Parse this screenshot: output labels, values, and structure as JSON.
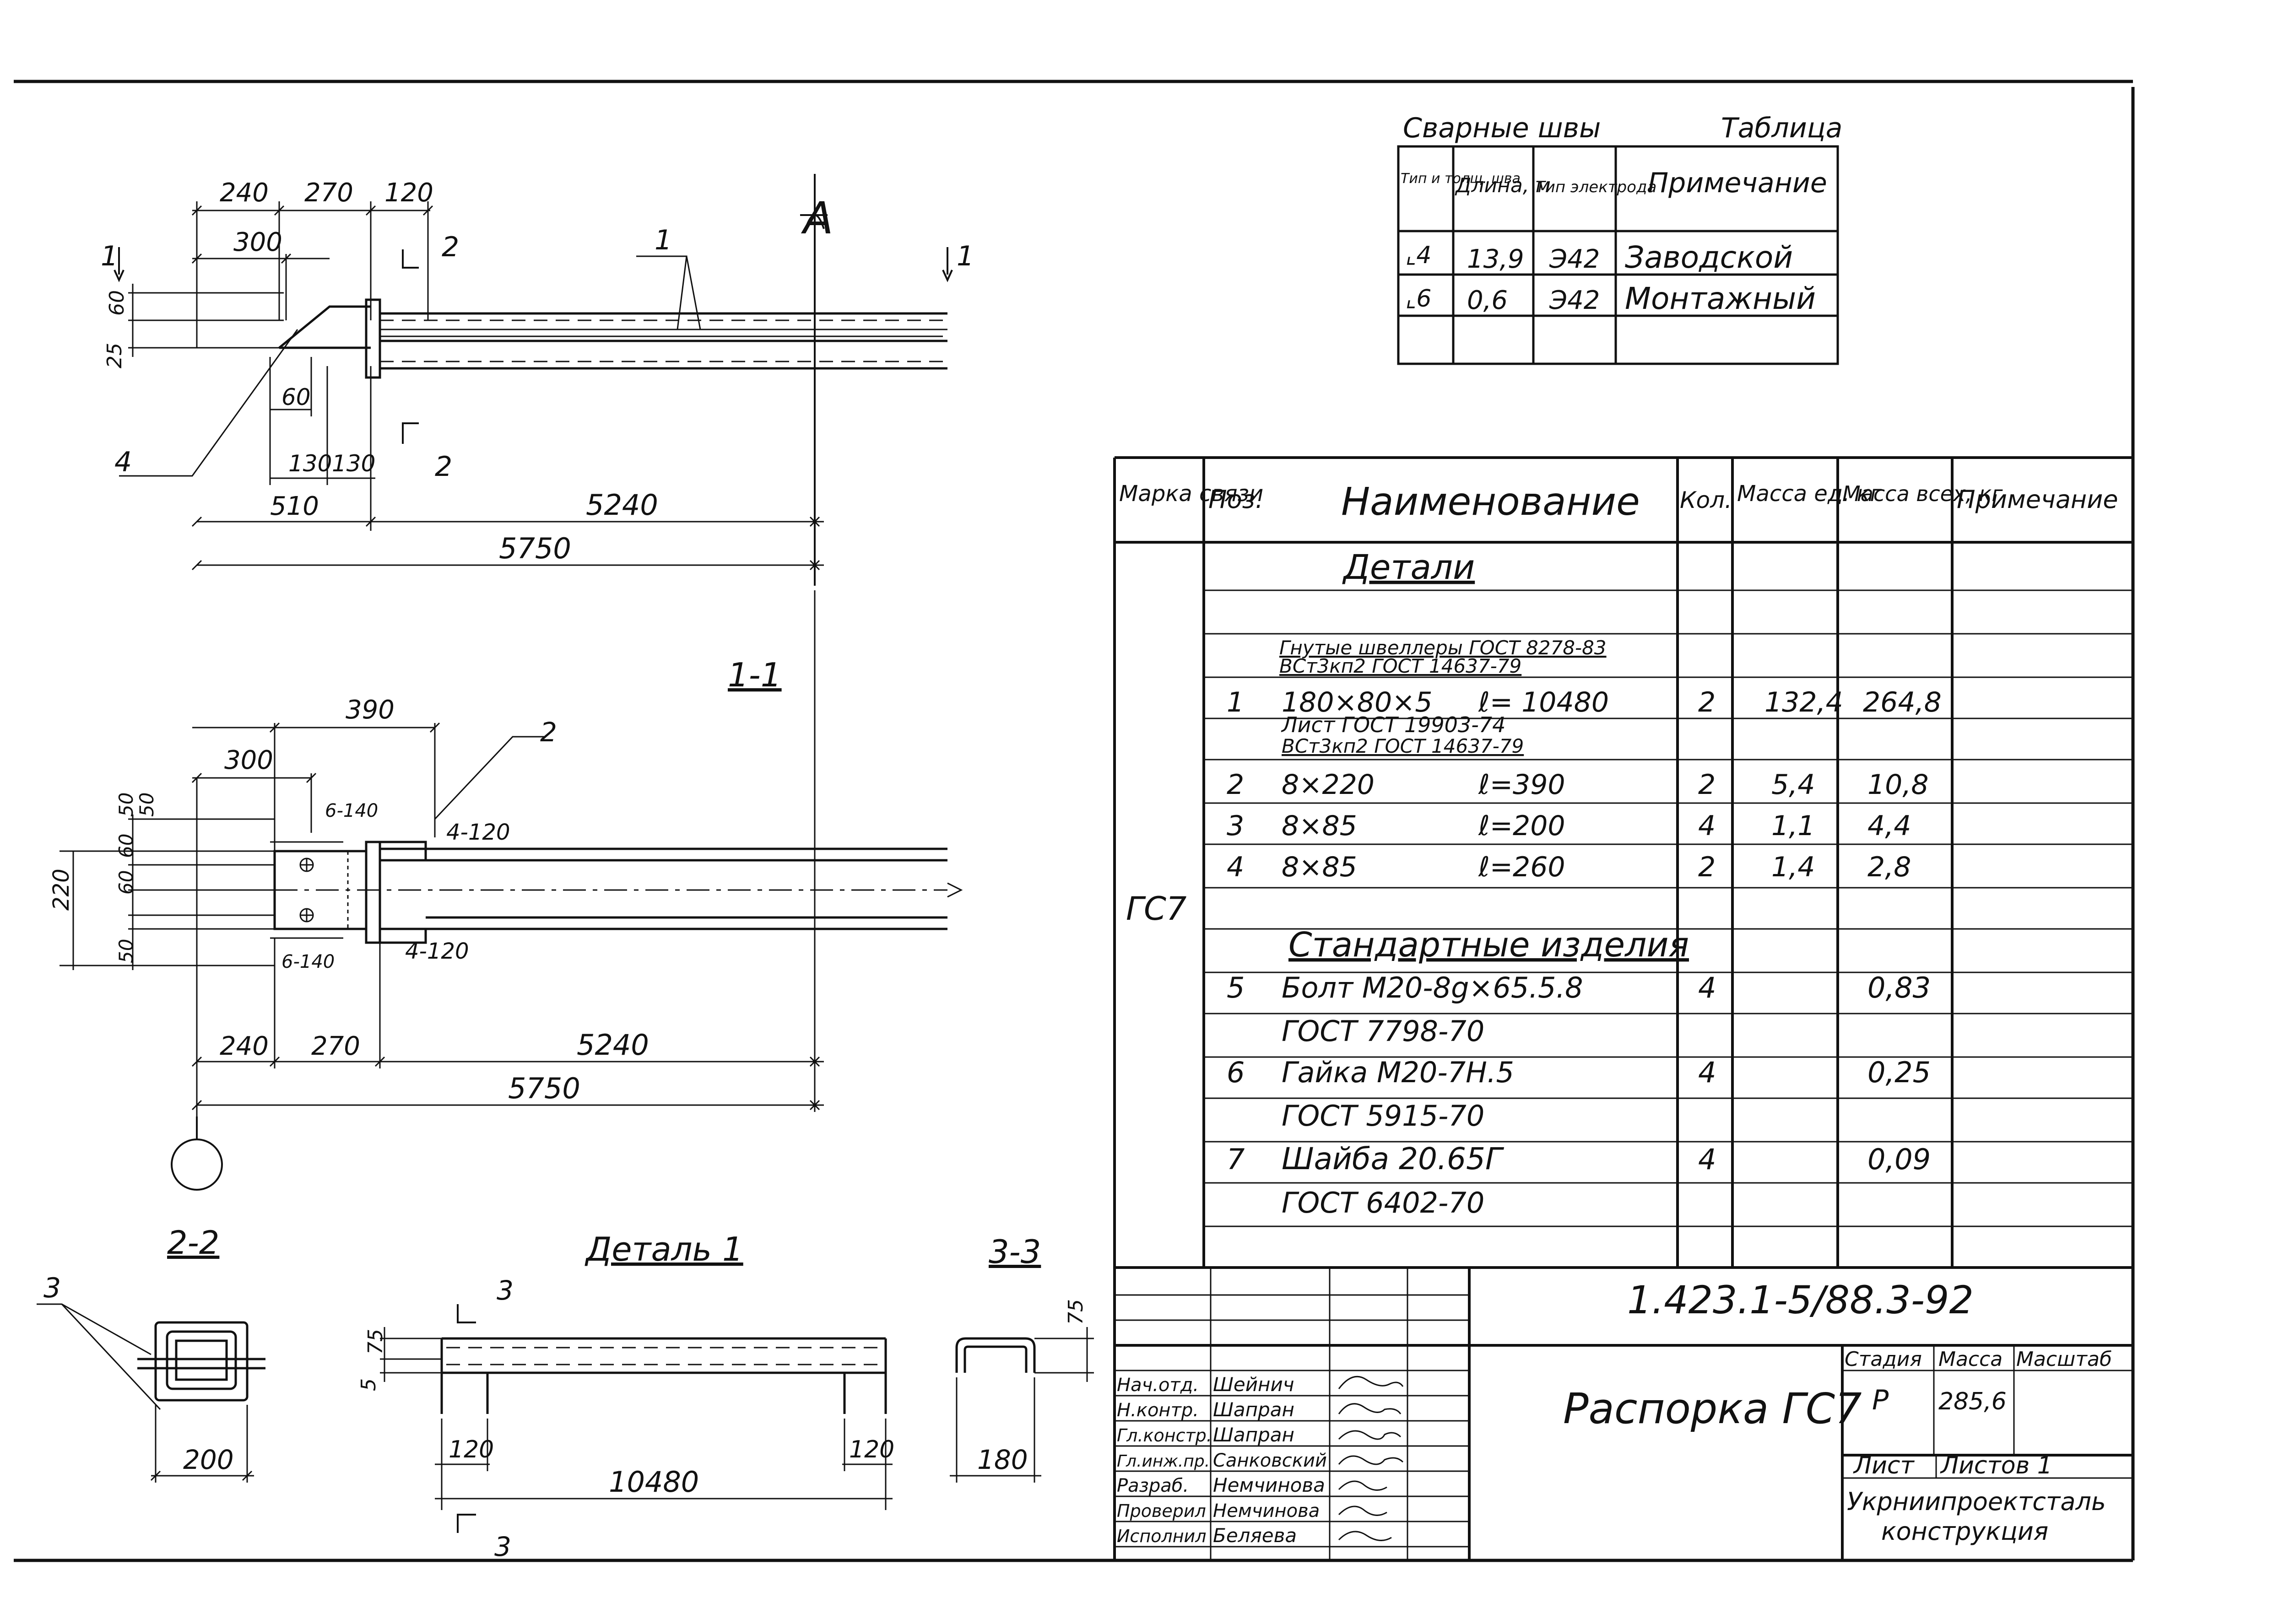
{
  "weld": {
    "title": "Сварные швы",
    "label": "Таблица",
    "headers": [
      "Тип и толщ. шва",
      "Длина, м",
      "Тип электрода",
      "Примечание"
    ],
    "rows": [
      {
        "type": "⌞4",
        "length": "13,9",
        "electrode": "Э42",
        "note": "Заводской"
      },
      {
        "type": "⌞6",
        "length": "0,6",
        "electrode": "Э42",
        "note": "Монтажный"
      }
    ]
  },
  "spec": {
    "headers": [
      "Марка связи",
      "Поз.",
      "Наименование",
      "Кол.",
      "Масса ед. кг",
      "Масса всех, кг",
      "Примечание"
    ],
    "mark": "ГС7",
    "section_details": "Детали",
    "section_standard": "Стандартные изделия",
    "rows": [
      {
        "pos": "",
        "name": "Гнутые швеллеры ГОСТ 8278-83",
        "len": "",
        "qty": "",
        "unit": "",
        "total": ""
      },
      {
        "pos": "",
        "name": "ВСт3кп2   ГОСТ 14637-79",
        "len": "",
        "qty": "",
        "unit": "",
        "total": ""
      },
      {
        "pos": "1",
        "name": "180×80×5",
        "len": "ℓ= 10480",
        "qty": "2",
        "unit": "132,4",
        "total": "264,8"
      },
      {
        "pos": "",
        "name": "Лист    ГОСТ 19903-74",
        "len": "",
        "qty": "",
        "unit": "",
        "total": ""
      },
      {
        "pos": "",
        "name": "ВСт3кп2   ГОСТ 14637-79",
        "len": "",
        "qty": "",
        "unit": "",
        "total": ""
      },
      {
        "pos": "2",
        "name": "8×220",
        "len": "ℓ=390",
        "qty": "2",
        "unit": "5,4",
        "total": "10,8"
      },
      {
        "pos": "3",
        "name": "8×85",
        "len": "ℓ=200",
        "qty": "4",
        "unit": "1,1",
        "total": "4,4"
      },
      {
        "pos": "4",
        "name": "8×85",
        "len": "ℓ=260",
        "qty": "2",
        "unit": "1,4",
        "total": "2,8"
      },
      {
        "pos": "5",
        "name": "Болт М20-8g×65.5.8",
        "len": "",
        "qty": "4",
        "unit": "",
        "total": "0,83"
      },
      {
        "pos": "",
        "name": "ГОСТ 7798-70",
        "len": "",
        "qty": "",
        "unit": "",
        "total": ""
      },
      {
        "pos": "6",
        "name": "Гайка  М20-7Н.5",
        "len": "",
        "qty": "4",
        "unit": "",
        "total": "0,25"
      },
      {
        "pos": "",
        "name": "ГОСТ 5915-70",
        "len": "",
        "qty": "",
        "unit": "",
        "total": ""
      },
      {
        "pos": "7",
        "name": "Шайба 20.65Г",
        "len": "",
        "qty": "4",
        "unit": "",
        "total": "0,09"
      },
      {
        "pos": "",
        "name": "ГОСТ 6402-70",
        "len": "",
        "qty": "",
        "unit": "",
        "total": ""
      }
    ]
  },
  "stamp": {
    "code": "1.423.1-5/88.3-92",
    "title": "Распорка ГС7",
    "stage_label": "Стадия",
    "mass_label": "Масса",
    "scale_label": "Масштаб",
    "stage": "Р",
    "mass": "285,6",
    "sheet_label": "Лист",
    "sheets_label": "Листов 1",
    "org": [
      "Укрниипроектсталь",
      "конструкция"
    ],
    "people": [
      {
        "role": "Нач.отд.",
        "name": "Шейнич"
      },
      {
        "role": "Н.контр.",
        "name": "Шапран"
      },
      {
        "role": "Гл.констр.",
        "name": "Шапран"
      },
      {
        "role": "Гл.инж.пр.",
        "name": "Санковский"
      },
      {
        "role": "Разраб.",
        "name": "Немчинова"
      },
      {
        "role": "Проверил",
        "name": "Немчинова"
      },
      {
        "role": "Исполнил",
        "name": "Беляева"
      }
    ]
  },
  "drawing": {
    "axis": "А",
    "section_mark": "1",
    "section_mark2": "2",
    "section_11": "1-1",
    "section_22": "2-2",
    "section_33": "3-3",
    "detail_1": "Деталь 1",
    "pos_1": "1",
    "pos_2": "2",
    "pos_3": "3",
    "pos_4": "4",
    "plan": {
      "d240": "240",
      "d270": "270",
      "d120": "120",
      "d300": "300",
      "d60v": "60",
      "d25": "25",
      "d60h": "60",
      "d130a": "130",
      "d130b": "130",
      "d510": "510",
      "d5240": "5240",
      "d5750": "5750"
    },
    "sec11": {
      "d390": "390",
      "d300": "300",
      "d6_140a": "6-140",
      "d6_140b": "6-140",
      "d4_120a": "4-120",
      "d4_120b": "4-120",
      "d220": "220",
      "d50a": "50",
      "d60a": "60",
      "d60b": "60",
      "d50b": "50",
      "d50c": "50",
      "d240": "240",
      "d270": "270",
      "d5240": "5240",
      "d5750": "5750"
    },
    "sec22": {
      "d200": "200"
    },
    "det1": {
      "d5": "5",
      "d75": "75",
      "d120a": "120",
      "d120b": "120",
      "d10480": "10480"
    },
    "sec33": {
      "d75": "75",
      "d180": "180"
    }
  }
}
